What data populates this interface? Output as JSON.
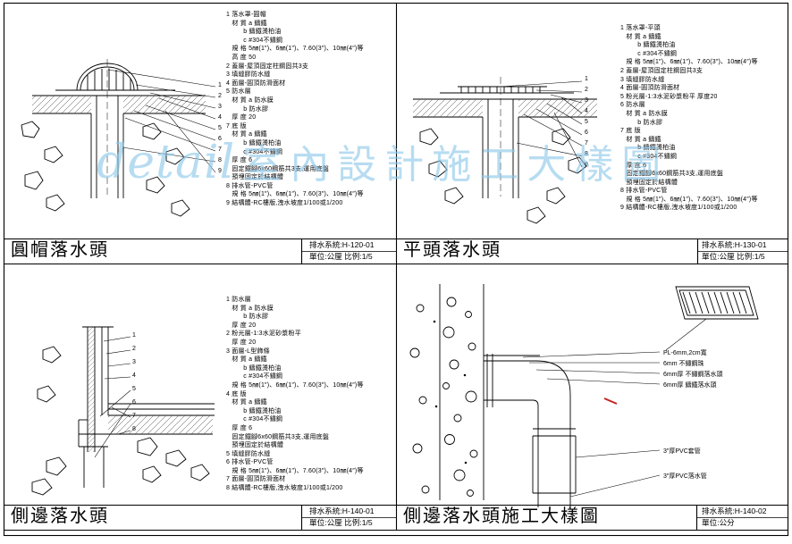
{
  "sheet": {
    "watermark_latin": "detail",
    "watermark_cjk": "室內設計施工大樣圖",
    "watermark_color": "#8cc8ea"
  },
  "panels": [
    {
      "title": "圓帽落水頭",
      "system": "排水系統:H-120-01",
      "unit_scale": "單位:公厘 比例:1/5",
      "callouts": [
        "1",
        "2",
        "3",
        "4",
        "5",
        "6",
        "7",
        "8",
        "9"
      ],
      "notes": [
        "1 落水罩-圓帽",
        "   材 質 a 鑄鐵",
        "         b 鑄鐵燙柏油",
        "         c #304不鏽鋼",
        "   規 格 5㎜(1″)、6㎜(1″)、7.60(3″)、10㎜(4″)等",
        "   高 度 50",
        "2 蓋層-屋頂固定柱鋼固共3支",
        "3 填縫膠防水縫",
        "4 面層-圓頂防滑面材",
        "5 防水層",
        "   材 質 a 防水膜",
        "         b 防水膠",
        "   厚 度 20",
        "7 底 版",
        "   材 質 a 鑄鐵",
        "         b 鑄鐵燙柏油",
        "         c #304不鏽鋼",
        "   厚 度 6",
        "   固定鐵腳6x60鋼筋共3支,運用底盤",
        "   預埋固定於結構體",
        "8 排水管-PVC管",
        "   規 格 5㎜(1″)、6㎜(1″)、7.60(3″)、10㎜(4″)等",
        "9 結構體-RC樓版,洩水坡度1/100或1/200"
      ]
    },
    {
      "title": "平頭落水頭",
      "system": "排水系統:H-130-01",
      "unit_scale": "單位:公厘 比例:1/5",
      "callouts": [
        "1",
        "2",
        "3",
        "4",
        "5",
        "6",
        "7",
        "8",
        "9"
      ],
      "notes": [
        "1 落水罩-平頭",
        "   材 質 a 鑄鐵",
        "         b 鑄鐵燙柏油",
        "         c #304不鏽鋼",
        "   規 格 5㎜(1″)、6㎜(1″)、7.60(3″)、10㎜(4″)等",
        "2 蓋層-屋頂固定柱鋼固共3支",
        "3 填縫膠防水縫",
        "4 面層-圓頂防滑面材",
        "5 粉光層-1:3水泥砂漿粉平 厚度20",
        "6 防水層",
        "   材 質 a 防水膜",
        "         b 防水膠",
        "7 底 版",
        "   材 質 a 鑄鐵",
        "         b 鑄鐵燙柏油",
        "         c #304不鏽鋼",
        "   厚 度 6",
        "   固定鐵腳6x60鋼筋共3支,運用底盤",
        "   預埋固定於結構體",
        "8 排水管-PVC管",
        "   規 格 5㎜(1″)、6㎜(1″)、7.60(3″)、10㎜(4″)等",
        "9 結構體-RC樓版,洩水坡度1/100或1/200"
      ]
    },
    {
      "title": "側邊落水頭",
      "system": "排水系統:H-140-01",
      "unit_scale": "單位:公厘 比例:1/5",
      "callouts": [
        "1",
        "2",
        "3",
        "4",
        "5",
        "6",
        "7",
        "8"
      ],
      "notes": [
        "1 防水層",
        "   材 質 a 防水膜",
        "         b 防水膠",
        "   厚 度 20",
        "2 粉光層-1:3水泥砂漿粉平",
        "   厚 度 20",
        "3 面層-L型飾條",
        "   材 質 a 鑄鐵",
        "         b 鑄鐵燙柏油",
        "         c #304不鏽鋼",
        "   規 格 5㎜(1″)、6㎜(1″)、7.60(3″)、10㎜(4″)等",
        "4 底 版",
        "   材 質 a 鑄鐵",
        "         b 鑄鐵燙柏油",
        "         c #304不鏽鋼",
        "   厚 度 6",
        "   固定鐵腳6x60鋼筋共3支,運用底盤",
        "   預埋固定於結構體",
        "5 填縫膠防水縫",
        "6 排水管-PVC管",
        "   規 格 5㎜(1″)、6㎜(1″)、7.60(3″)、10㎜(4″)等",
        "7 面層-圓頂防滑面材",
        "8 結構體-RC樓版,洩水坡度1/100或1/200"
      ]
    },
    {
      "title": "側邊落水頭施工大樣圖",
      "system": "排水系統:H-140-02",
      "unit_scale": "單位:公分",
      "labels": [
        "PL-6mm,2cm寬",
        "6mm 不鏽鋼珠",
        "6mm厚 不鏽鋼落水頭",
        "6mm厚 鑄鐵落水頭",
        "3″厚PVC套管",
        "3″厚PVC落水管"
      ]
    }
  ]
}
